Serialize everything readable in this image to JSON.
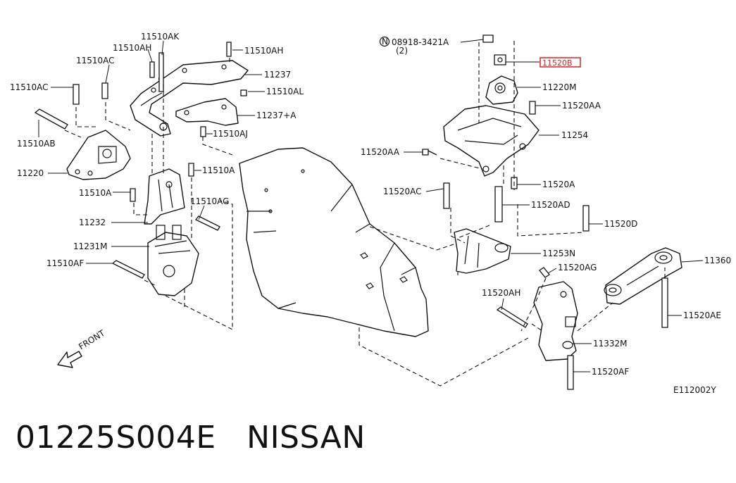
{
  "footer": {
    "part_number": "01225S004E",
    "brand": "NISSAN"
  },
  "diagram": {
    "code": "E112002Y",
    "front_label": "FRONT",
    "nut_spec": "08918-3421A",
    "nut_spec_prefix": "N",
    "nut_qty": "(2)",
    "highlighted_part": "11520B",
    "labels": {
      "l11510AK": "11510AK",
      "l11510AH_top": "11510AH",
      "l11510AH_r": "11510AH",
      "l11510AC_top": "11510AC",
      "l11510AC_left": "11510AC",
      "l11237": "11237",
      "l11510AL": "11510AL",
      "l11237A": "11237+A",
      "l11510AJ": "11510AJ",
      "l11510AB": "11510AB",
      "l11220": "11220",
      "l11510A_r": "11510A",
      "l11510A_l": "11510A",
      "l11510AG": "11510AG",
      "l11232": "11232",
      "l11231M": "11231M",
      "l11510AF": "11510AF",
      "l11220M": "11220M",
      "l11520AA_r": "11520AA",
      "l11254": "11254",
      "l11520AA_l": "11520AA",
      "l11520AC": "11520AC",
      "l11520A": "11520A",
      "l11520AD": "11520AD",
      "l11520D": "11520D",
      "l11253N": "11253N",
      "l11520AG": "11520AG",
      "l11360": "11360",
      "l11520AH": "11520AH",
      "l11520AE": "11520AE",
      "l11332M": "11332M",
      "l11520AF": "11520AF"
    }
  }
}
